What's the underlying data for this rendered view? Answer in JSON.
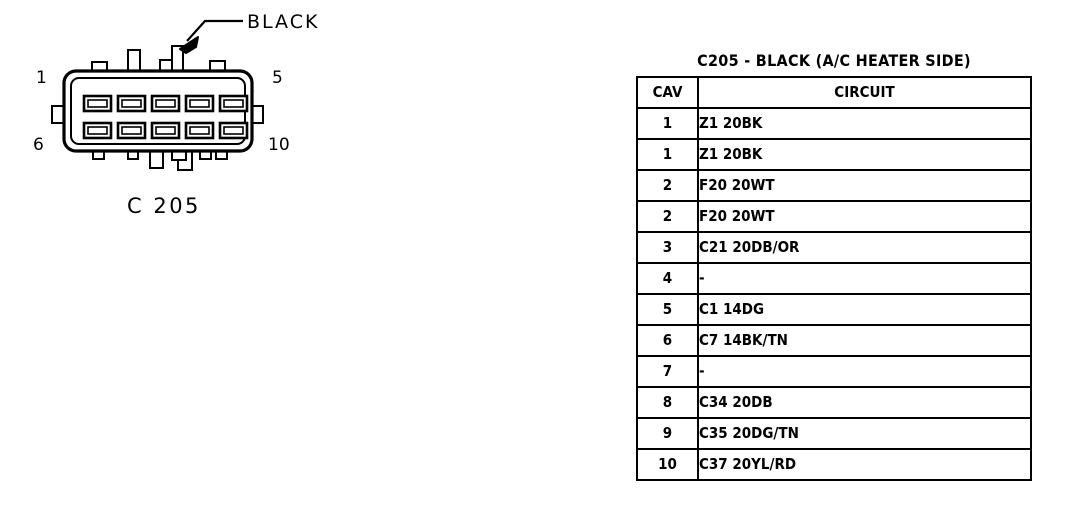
{
  "figure": {
    "callout_label": "BLACK",
    "caption": "C 205",
    "pin_labels": {
      "top_left": "1",
      "top_right": "5",
      "bottom_left": "6",
      "bottom_right": "10"
    },
    "cavity_count": 10,
    "rows": 2,
    "columns": 5,
    "line_color": "#000000",
    "background_color": "#ffffff"
  },
  "table": {
    "title": "C205 - BLACK (A/C HEATER SIDE)",
    "headers": [
      "CAV",
      "CIRCUIT"
    ],
    "rows": [
      {
        "cav": "1",
        "circuit": "Z1 20BK"
      },
      {
        "cav": "1",
        "circuit": "Z1 20BK"
      },
      {
        "cav": "2",
        "circuit": "F20 20WT"
      },
      {
        "cav": "2",
        "circuit": "F20 20WT"
      },
      {
        "cav": "3",
        "circuit": "C21 20DB/OR"
      },
      {
        "cav": "4",
        "circuit": "-"
      },
      {
        "cav": "5",
        "circuit": "C1 14DG"
      },
      {
        "cav": "6",
        "circuit": "C7 14BK/TN"
      },
      {
        "cav": "7",
        "circuit": "-"
      },
      {
        "cav": "8",
        "circuit": "C34 20DB"
      },
      {
        "cav": "9",
        "circuit": "C35 20DG/TN"
      },
      {
        "cav": "10",
        "circuit": "C37 20YL/RD"
      }
    ]
  }
}
